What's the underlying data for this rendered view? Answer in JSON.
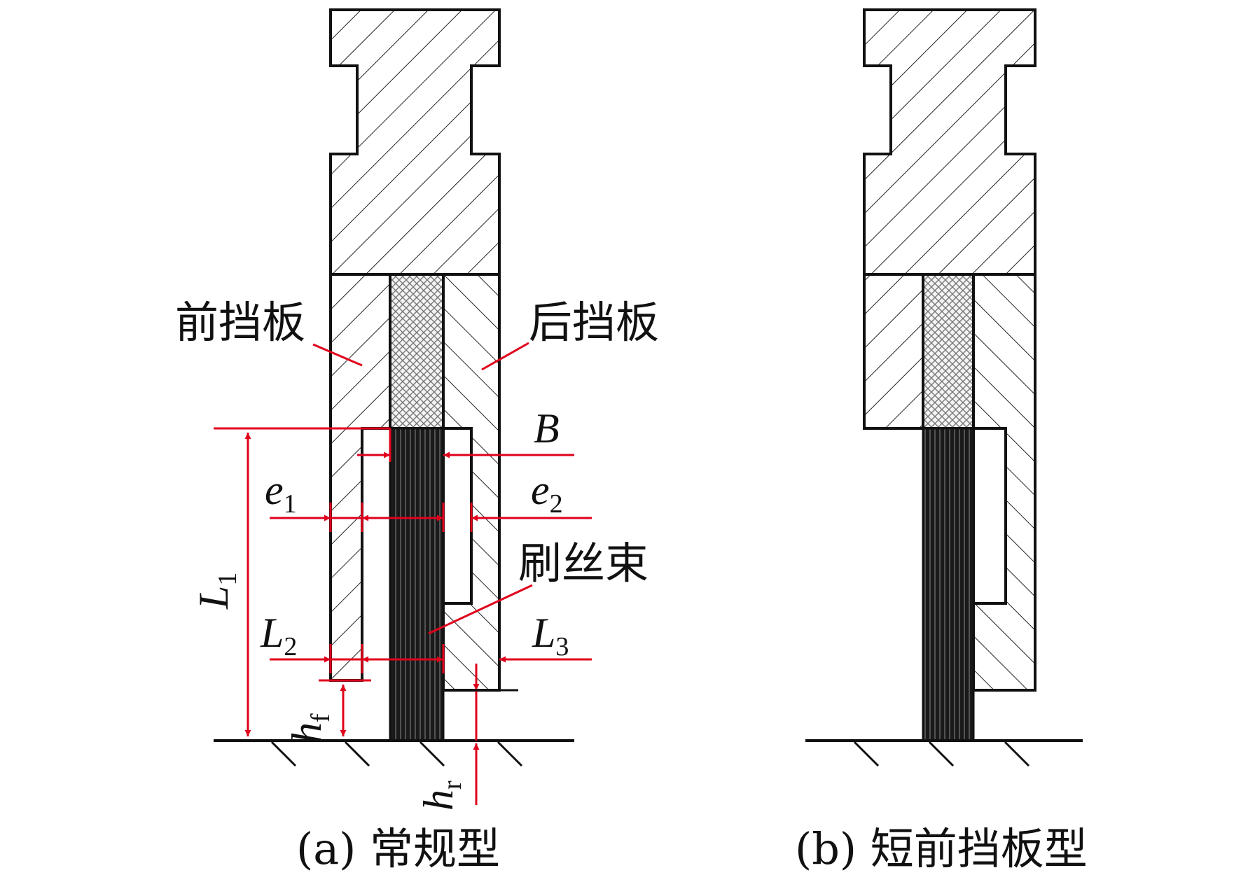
{
  "labels": {
    "front_plate": "前挡板",
    "rear_plate": "后挡板",
    "bristle_pack": "刷丝束"
  },
  "dimensions": {
    "B": "B",
    "e1": {
      "main": "e",
      "sub": "1"
    },
    "e2": {
      "main": "e",
      "sub": "2"
    },
    "L1": {
      "main": "L",
      "sub": "1"
    },
    "L2": {
      "main": "L",
      "sub": "2"
    },
    "L3": {
      "main": "L",
      "sub": "3"
    },
    "hf": {
      "main": "h",
      "sub": "f"
    },
    "hr": {
      "main": "h",
      "sub": "r"
    }
  },
  "captions": {
    "a": "(a) 常规型",
    "b": "(b) 短前挡板型"
  },
  "colors": {
    "dimension": "#e0001b",
    "outline": "#111111",
    "bristle": "#1a1a1a"
  }
}
